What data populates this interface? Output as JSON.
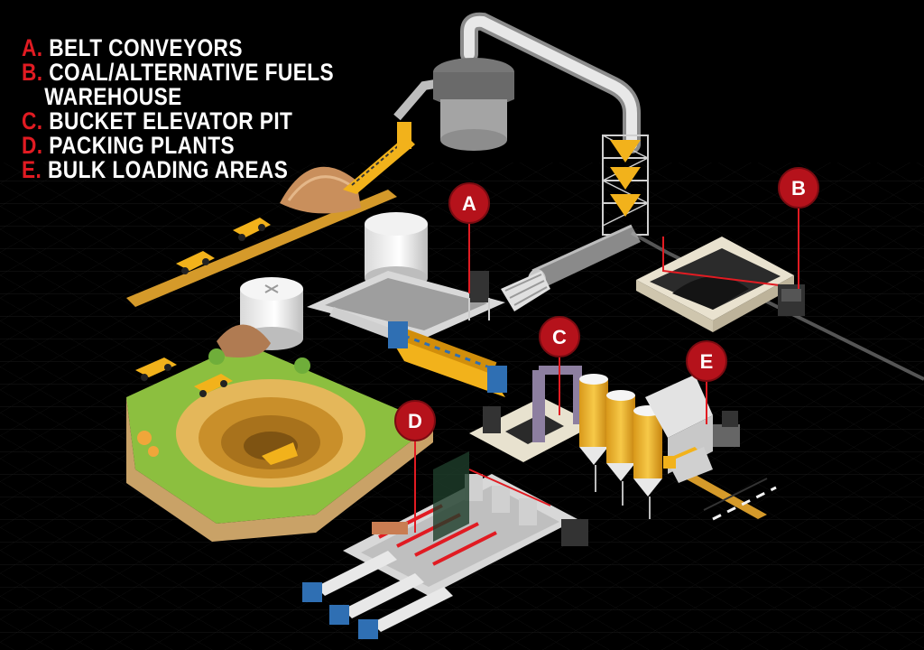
{
  "legend": [
    {
      "letter": "A.",
      "text": "BELT CONVEYORS",
      "cont": ""
    },
    {
      "letter": "B.",
      "text": "COAL/ALTERNATIVE FUELS",
      "cont": "WAREHOUSE"
    },
    {
      "letter": "C.",
      "text": "BUCKET ELEVATOR PIT",
      "cont": ""
    },
    {
      "letter": "D.",
      "text": "PACKING PLANTS",
      "cont": ""
    },
    {
      "letter": "E.",
      "text": "BULK LOADING AREAS",
      "cont": ""
    }
  ],
  "markers": {
    "a": "A",
    "b": "B",
    "c": "C",
    "d": "D",
    "e": "E"
  },
  "colors": {
    "background": "#000000",
    "accent_red": "#e11b22",
    "marker_red": "#b5121b",
    "equipment_yellow": "#f2b21b",
    "grass_green": "#8cbf3f",
    "pipe_gray": "#c9c9c9",
    "truck_blue": "#2f6fb3"
  }
}
